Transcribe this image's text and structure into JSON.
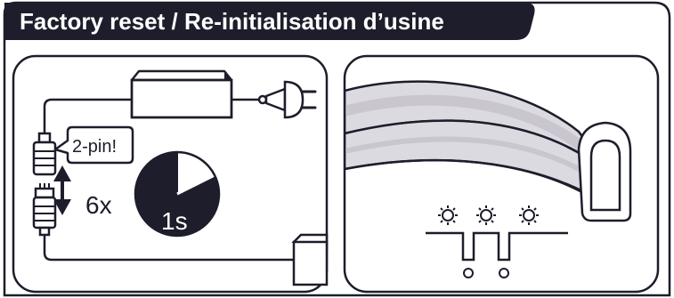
{
  "title": "Factory reset / Re-initialisation d’usine",
  "left_panel": {
    "pin_callout": "2-pin!",
    "repeat_count": "6x",
    "hold_time": "1s"
  },
  "colors": {
    "ink": "#1d1d2b",
    "background": "#ffffff",
    "band_light": "#dcdae1",
    "band_mid": "#c9c6cf"
  }
}
